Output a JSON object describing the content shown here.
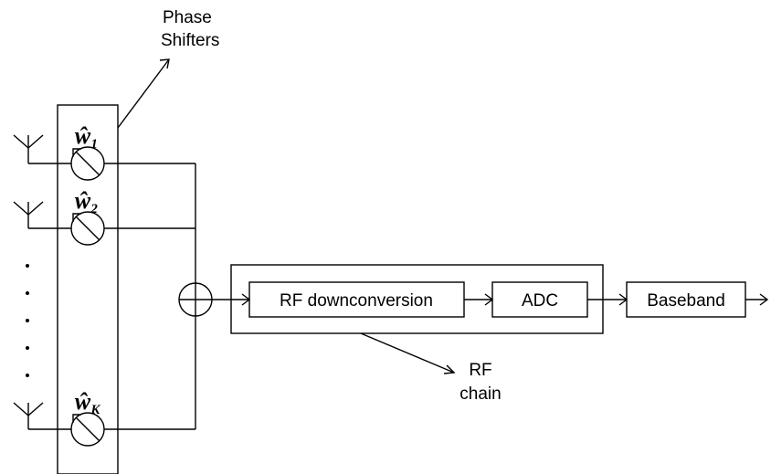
{
  "labels": {
    "phase_shifters_line1": "Phase",
    "phase_shifters_line2": "Shifters",
    "rf_downconversion": "RF downconversion",
    "adc": "ADC",
    "baseband": "Baseband",
    "rf_chain_line1": "RF",
    "rf_chain_line2": "chain"
  },
  "weights": [
    {
      "symbol": "ŵ",
      "subscript": "1"
    },
    {
      "symbol": "ŵ",
      "subscript": "2"
    },
    {
      "symbol": "ŵ",
      "subscript": "K"
    }
  ],
  "ellipsis": "⋮"
}
